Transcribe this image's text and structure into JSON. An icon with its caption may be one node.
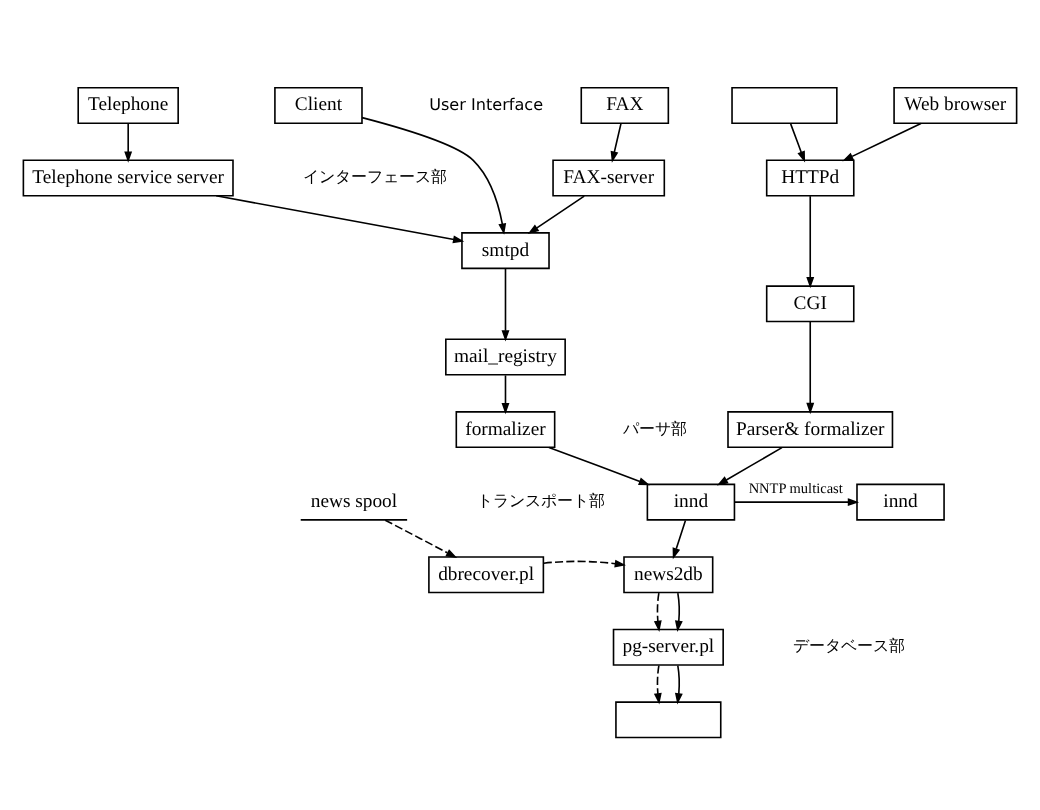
{
  "diagram": {
    "nodes": [
      {
        "text": [
          "Web browser"
        ]
      },
      {
        "text": [],
        "shape": "box"
      },
      {
        "text": [
          "FAX"
        ]
      },
      {
        "text": [
          "Telephone"
        ]
      },
      {
        "text": [
          "Client"
        ]
      },
      {
        "text": [
          "HTTPd"
        ]
      },
      {
        "text": [
          "FAX-server"
        ]
      },
      {
        "text": [
          "Telephone service server"
        ]
      },
      {
        "text": [
          "CGI"
        ]
      },
      {
        "text": [
          "smtpd"
        ]
      },
      {
        "text": [
          "mail_registry"
        ]
      },
      {
        "text": [
          "Parser& formalizer"
        ]
      },
      {
        "text": [
          "formalizer"
        ]
      },
      {
        "text": [
          "innd"
        ]
      },
      {
        "text": [
          "innd"
        ]
      },
      {
        "text": [
          "news spool"
        ]
      },
      {
        "text": [
          "dbrecover.pl"
        ]
      },
      {
        "text": [
          "news2db"
        ]
      },
      {
        "text": [
          "pg-server.pl"
        ]
      },
      {
        "text": [],
        "shape": "box"
      }
    ],
    "edges": [
      {
        "from": 0,
        "to": 5,
        "arrow": "to"
      },
      {
        "from": 1,
        "to": 5,
        "arrow": "to"
      },
      {
        "from": 2,
        "to": 6,
        "arrow": "to"
      },
      {
        "from": 3,
        "to": 7,
        "arrow": "to"
      },
      {
        "from": 4,
        "to": 9,
        "arrow": "to"
      },
      {
        "from": 5,
        "to": 8,
        "arrow": "to"
      },
      {
        "from": 6,
        "to": 9,
        "arrow": "to"
      },
      {
        "from": 7,
        "to": 9,
        "arrow": "to"
      },
      {
        "from": 8,
        "to": 11,
        "arrow": "to"
      },
      {
        "from": 9,
        "to": 10,
        "arrow": "to"
      },
      {
        "from": 10,
        "to": 12,
        "arrow": "to"
      },
      {
        "from": 11,
        "to": 13,
        "arrow": "to"
      },
      {
        "from": 12,
        "to": 13,
        "arrow": "to"
      },
      {
        "from": 13,
        "to": 14,
        "arrow": "to",
        "label": "NNTP multicast"
      },
      {
        "from": 13,
        "to": 17,
        "arrow": "to"
      },
      {
        "from": 15,
        "to": 16,
        "arrow": "to",
        "style": "dashed"
      },
      {
        "from": 16,
        "to": 17,
        "arrow": "to",
        "style": "dashed"
      },
      {
        "from": 17,
        "to": 18,
        "arrow": "to",
        "style": "dashed"
      },
      {
        "from": 17,
        "to": 18,
        "arrow": "to"
      },
      {
        "from": 18,
        "to": 19,
        "arrow": "to",
        "style": "dashed"
      },
      {
        "from": 18,
        "to": 19,
        "arrow": "to"
      }
    ],
    "labels": [
      "User Interface",
      "インターフェース部",
      "パーサ部",
      "トランスポート部",
      "データベース部"
    ]
  }
}
